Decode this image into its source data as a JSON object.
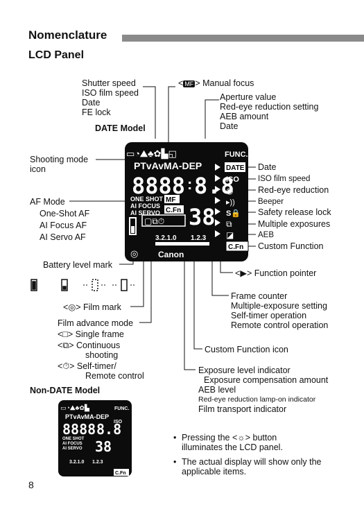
{
  "header": {
    "section_title": "Nomenclature",
    "subsection_title": "LCD Panel"
  },
  "date_model_label": "DATE Model",
  "non_date_model_label": "Non-DATE Model",
  "callouts": {
    "shutter_speed": [
      "Shutter speed",
      "ISO film speed",
      "Date",
      "FE lock"
    ],
    "manual_focus": {
      "prefix": "<",
      "icon": "MF",
      "suffix": "> Manual focus"
    },
    "aperture_value": [
      "Aperture value",
      "Red-eye reduction setting",
      "AEB amount",
      "Date"
    ],
    "shooting_mode": [
      "Shooting mode",
      "icon"
    ],
    "af_mode": {
      "title": "AF Mode",
      "items": [
        "One-Shot AF",
        "AI Focus AF",
        "AI Servo AF"
      ]
    },
    "battery_level": "Battery level mark",
    "film_mark": {
      "prefix": "<",
      "suffix": "> Film mark"
    },
    "film_advance": {
      "title": "Film advance mode",
      "single": "> Single frame",
      "continuous": [
        "> Continuous",
        "shooting"
      ],
      "selftimer": [
        "> Self-timer/",
        "Remote control"
      ]
    },
    "right_side": [
      "Date",
      "ISO film speed",
      "Red-eye reduction",
      "Beeper",
      "Safety release lock",
      "Multiple exposures",
      "AEB",
      "Custom Function"
    ],
    "function_pointer": "> Function pointer",
    "frame_counter": [
      "Frame counter",
      "Multiple-exposure setting",
      "Self-timer operation",
      "Remote control operation"
    ],
    "custom_function_icon": "Custom Function icon",
    "exposure_level": {
      "title": "Exposure level indicator",
      "lines": [
        "Exposure compensation amount",
        "AEB level",
        "Red-eye reduction lamp-on indicator",
        "Film transport indicator"
      ]
    }
  },
  "lcd": {
    "modes": "PTvAvMA-DEP",
    "digits_left": "8888",
    "digits_right": "8.8",
    "af_labels": [
      "ONE SHOT",
      "AI FOCUS",
      "AI SERVO"
    ],
    "mf": "MF",
    "cfn": "C.Fn",
    "func": "FUNC.",
    "date_tag": "DATE",
    "iso_tag": "ISO",
    "counter": "38",
    "scale_left": "3.2.1.0",
    "scale_right": "1.2.3",
    "brand": "Canon"
  },
  "notes": [
    [
      "Pressing the <",
      "> button",
      "illuminates the LCD panel."
    ],
    [
      "The actual display will show only the",
      "applicable items."
    ]
  ],
  "page_number": "8"
}
